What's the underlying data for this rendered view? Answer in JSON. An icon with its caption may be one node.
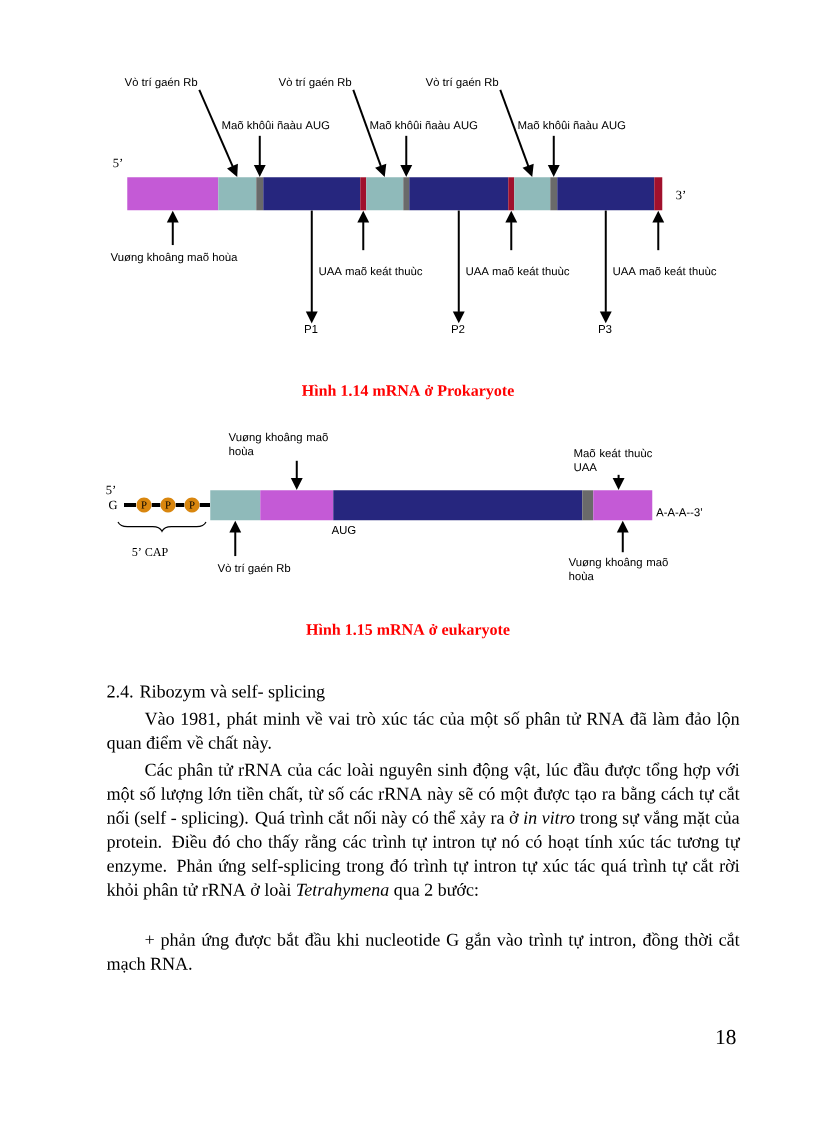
{
  "diagram": {
    "nodes": [
      {
        "text": [
          "Vò trí gaén Rb"
        ]
      },
      {
        "text": [
          "Vò trí gaén Rb"
        ]
      },
      {
        "text": [
          "Vò trí gaén Rb"
        ]
      },
      {
        "text": [
          "Maõ khôûi ñaàu AUG"
        ]
      },
      {
        "text": [
          "Maõ khôûi ñaàu AUG"
        ]
      },
      {
        "text": [
          "Maõ khôûi ñaàu AUG"
        ]
      },
      {
        "text": [],
        "shape": "bar"
      },
      {
        "text": [],
        "shape": "bar"
      },
      {
        "text": [],
        "shape": "bar"
      },
      {
        "text": [],
        "shape": "bar"
      },
      {
        "text": [],
        "shape": "bar"
      },
      {
        "text": [],
        "shape": "bar"
      },
      {
        "text": [],
        "shape": "bar"
      },
      {
        "text": [],
        "shape": "bar"
      },
      {
        "text": [],
        "shape": "bar"
      },
      {
        "text": [],
        "shape": "bar"
      },
      {
        "text": [],
        "shape": "bar"
      },
      {
        "text": [],
        "shape": "bar"
      },
      {
        "text": [],
        "shape": "bar"
      },
      {
        "text": [
          "Vuøng khoâng maõ hoùa"
        ]
      },
      {
        "text": [
          "UAA maõ keát thuùc"
        ]
      },
      {
        "text": [
          "UAA maõ keát thuùc"
        ]
      },
      {
        "text": [
          "UAA maõ keát thuùc"
        ]
      },
      {
        "text": [
          "P1"
        ]
      },
      {
        "text": [
          "P2"
        ]
      },
      {
        "text": [
          "P3"
        ]
      },
      {
        "text": [
          "Vuøng khoâng maõ hoùa"
        ]
      },
      {
        "text": [
          "Maõ keát thuùc UAA"
        ]
      },
      {
        "text": [
          "P"
        ]
      },
      {
        "text": [
          "P"
        ]
      },
      {
        "text": [
          "P"
        ]
      },
      {
        "text": [],
        "shape": "bar"
      },
      {
        "text": [],
        "shape": "bar"
      },
      {
        "text": [],
        "shape": "bar"
      },
      {
        "text": [],
        "shape": "bar"
      },
      {
        "text": [],
        "shape": "bar",
        "beside": [
          "A-A-A--3’"
        ]
      },
      {
        "text": [
          "Vò trí gaén Rb"
        ]
      },
      {
        "text": [
          "Vuøng khoâng maõ hoùa"
        ]
      }
    ],
    "edges": [
      {
        "from": 0,
        "to": 7,
        "arrow": "to"
      },
      {
        "from": 1,
        "to": 11,
        "arrow": "to"
      },
      {
        "from": 2,
        "to": 15,
        "arrow": "to"
      },
      {
        "from": 3,
        "to": 8,
        "arrow": "to"
      },
      {
        "from": 4,
        "to": 12,
        "arrow": "to"
      },
      {
        "from": 5,
        "to": 16,
        "arrow": "to"
      },
      {
        "from": 19,
        "to": 6,
        "arrow": "to"
      },
      {
        "from": 20,
        "to": 10,
        "arrow": "to"
      },
      {
        "from": 21,
        "to": 14,
        "arrow": "to"
      },
      {
        "from": 22,
        "to": 18,
        "arrow": "to"
      },
      {
        "from": 9,
        "to": 23,
        "arrow": "to"
      },
      {
        "from": 13,
        "to": 24,
        "arrow": "to"
      },
      {
        "from": 17,
        "to": 25,
        "arrow": "to"
      },
      {
        "from": 26,
        "to": 32,
        "arrow": "to"
      },
      {
        "from": 27,
        "to": 35,
        "arrow": "to"
      },
      {
        "from": 36,
        "to": 31,
        "arrow": "to"
      },
      {
        "from": 37,
        "to": 35,
        "arrow": "to"
      },
      {
        "from": 28,
        "to": 29,
        "arrow": "none",
        "style": "thick"
      },
      {
        "from": 29,
        "to": 30,
        "arrow": "none",
        "style": "thick"
      },
      {
        "from": 30,
        "to": 31,
        "arrow": "none",
        "style": "thick"
      }
    ],
    "labels": [
      "5’",
      "3’",
      "Hình 1.14 mRNA ở Prokaryote",
      "5’",
      "G",
      "AUG",
      "5’ CAP",
      "Hình 1.15 mRNA ở eukaryote",
      "2.4. Ribozym và self- splicing",
      "Vào 1981, phát minh về vai trò xúc tác của một số phân tử RNA đã làm đảo lộn quan điểm về chất này.",
      "Các phân tử rRNA của các loài nguyên sinh động vật, lúc đầu được tổng hợp với một số lượng lớn tiền chất, từ số các rRNA này sẽ có một được tạo ra bằng cách tự cắt nối (self - splicing). Quá trình cắt nối này có thể xảy ra ở *in vitro* trong sự vắng mặt của protein. Điều đó cho thấy rằng các trình tự intron tự nó có hoạt tính xúc tác tương tự enzyme. Phản ứng self-splicing trong đó trình tự intron tự xúc tác quá trình tự cắt rời khỏi phân tử rRNA ở loài *Tetrahymena* qua 2 bước:",
      "+ phản ứng được bắt đầu khi nucleotide G gắn vào trình tự intron, đồng thời cắt mạch RNA.",
      "18"
    ]
  }
}
